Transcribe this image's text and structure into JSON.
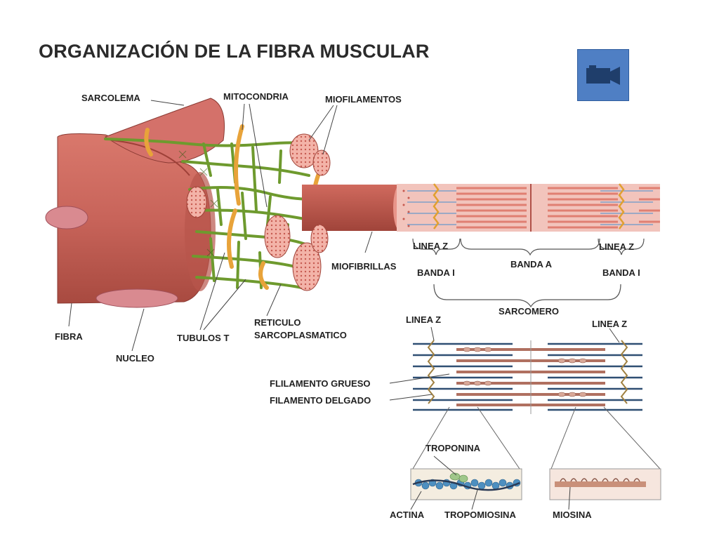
{
  "title": "ORGANIZACIÓN DE LA FIBRA MUSCULAR",
  "video_button": {
    "icon": "video-camera-icon",
    "color": "#4f7fc4"
  },
  "labels": {
    "sarcolema": "SARCOLEMA",
    "mitocondria": "MITOCONDRIA",
    "miofilamentos": "MIOFILAMENTOS",
    "miofibrillas": "MIOFIBRILLAS",
    "fibra": "FIBRA",
    "nucleo": "NUCLEO",
    "tubulos_t": "TUBULOS T",
    "reticulo_1": "RETICULO",
    "reticulo_2": "SARCOPLASMATICO",
    "linea_z_left": "LINEA Z",
    "linea_z_right": "LINEA Z",
    "banda_a": "BANDA A",
    "banda_i_left": "BANDA I",
    "banda_i_right": "BANDA I",
    "sarcomero": "SARCOMERO",
    "linea_z_lower_left": "LINEA Z",
    "linea_z_lower_right": "LINEA Z",
    "filamento_grueso": "FLILAMENTO GRUESO",
    "filamento_delgado": "FILAMENTO DELGADO",
    "troponina": "TROPONINA",
    "actina": "ACTINA",
    "tropomiosina": "TROPOMIOSINA",
    "miosina": "MIOSINA"
  },
  "colors": {
    "muscle": "#c8645a",
    "muscle_dark": "#9e4038",
    "muscle_light": "#e69a8e",
    "reticulum": "#6e9a2e",
    "mitochondria": "#e8a33a",
    "actin": "#4d8fc0",
    "myosin": "#c9907a"
  }
}
